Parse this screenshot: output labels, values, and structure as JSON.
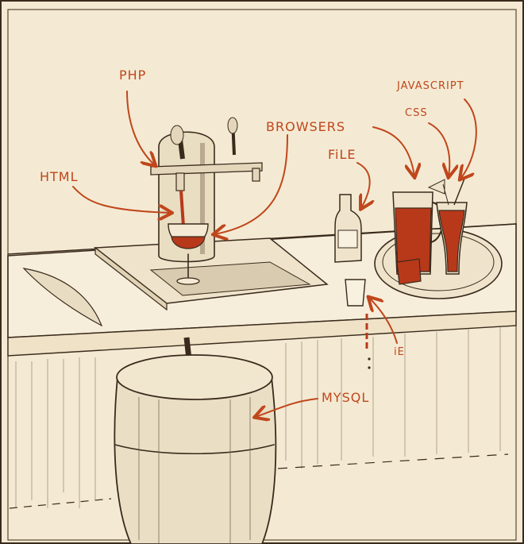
{
  "labels": {
    "php": "PHP",
    "html": "HTML",
    "browsers": "BROWSERS",
    "file": "FiLE",
    "javascript": "JAVASCRIPT",
    "css": "CSS",
    "ie": "iE",
    "mysql": "MYSQL"
  },
  "colors": {
    "paper": "#f4ead3",
    "ink": "#3a2a1c",
    "label": "#c0461c",
    "beer": "#b8391a"
  }
}
